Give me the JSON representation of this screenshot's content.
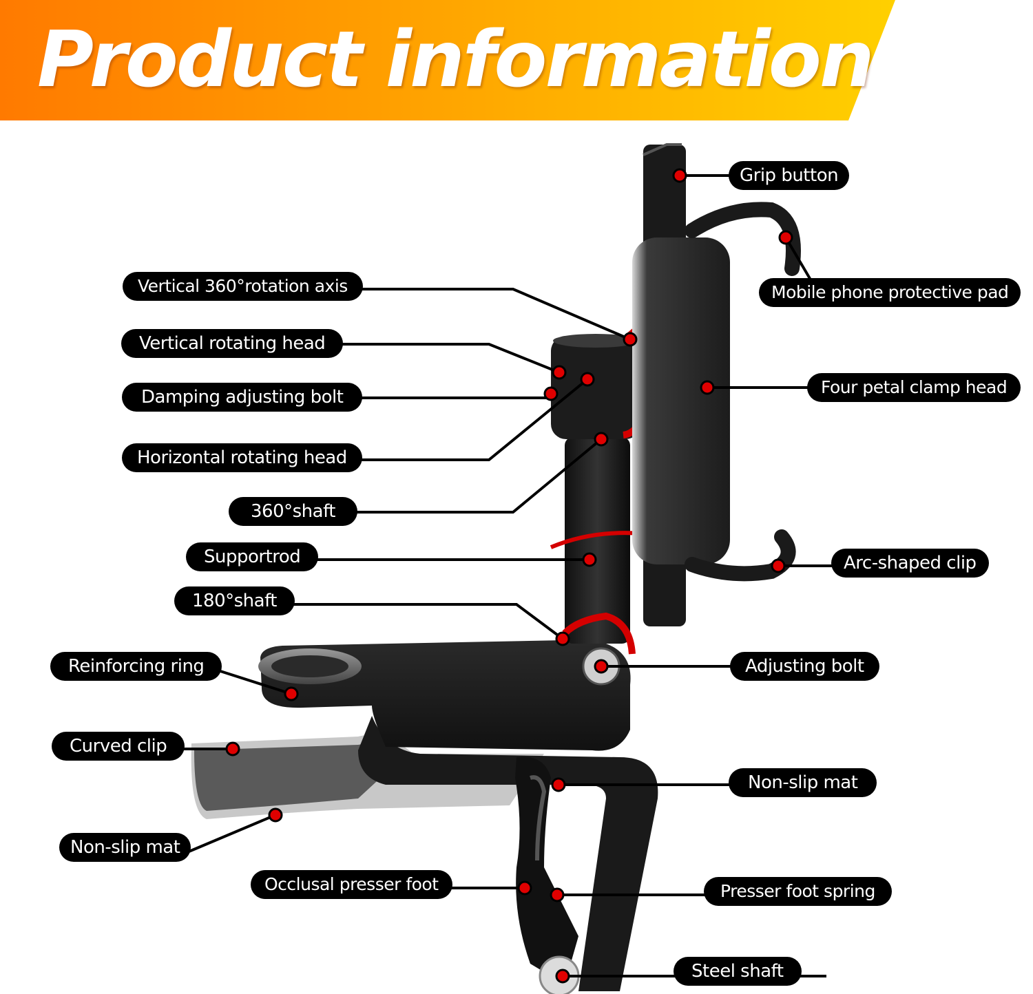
{
  "banner": {
    "title": "Product information"
  },
  "colors": {
    "banner_start": "#ff7a00",
    "banner_end": "#ffd000",
    "marker": "#e00000",
    "label_bg": "#000000"
  },
  "labels": {
    "grip_button": "Grip button",
    "protective_pad": "Mobile phone protective pad",
    "vertical_axis": "Vertical 360°rotation axis",
    "vertical_head": "Vertical rotating head",
    "four_petal": "Four petal clamp head",
    "damping_bolt": "Damping adjusting bolt",
    "horizontal_head": "Horizontal rotating head",
    "shaft_360": "360°shaft",
    "supportrod": "Supportrod",
    "arc_clip": "Arc-shaped clip",
    "shaft_180": "180°shaft",
    "reinforcing_ring": "Reinforcing ring",
    "adjusting_bolt": "Adjusting bolt",
    "curved_clip": "Curved clip",
    "non_slip_mat_right": "Non-slip mat",
    "non_slip_mat_left": "Non-slip mat",
    "occlusal_foot": "Occlusal presser foot",
    "presser_spring": "Presser foot spring",
    "steel_shaft": "Steel shaft"
  }
}
